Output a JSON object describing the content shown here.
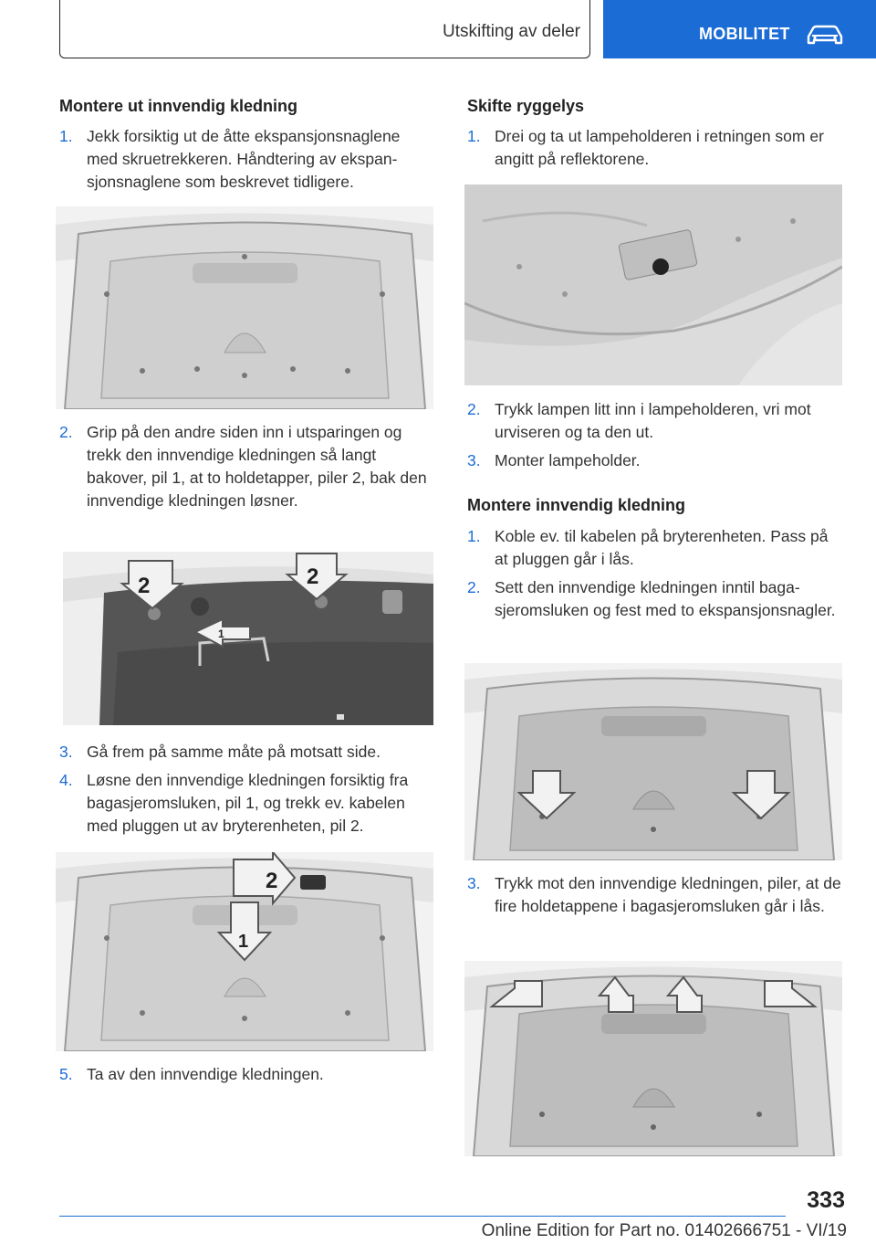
{
  "header": {
    "section": "Utskifting av deler",
    "category": "MOBILITET",
    "icon": "car-icon",
    "accent": "#1c6cd6"
  },
  "left": {
    "heading": "Montere ut innvendig kledning",
    "steps": [
      {
        "num": "1.",
        "text": "Jekk forsiktig ut de åtte ekspansjonsnaglene med skruetrekkeren. Håndtering av ekspan­sjonsnaglene som beskrevet tidligere."
      },
      {
        "num": "2.",
        "text": "Grip på den andre siden inn i utsparingen og trekk den innvendige kledningen så langt bakover, pil 1, at to holdetapper, piler 2, bak den innvendige kledningen løsner."
      },
      {
        "num": "3.",
        "text": "Gå frem på samme måte på motsatt side."
      },
      {
        "num": "4.",
        "text": "Løsne den innvendige kledningen forsiktig fra bagasjeromsluken, pil 1, og trekk ev. kabelen med pluggen ut av bryterenheten, pil 2."
      },
      {
        "num": "5.",
        "text": "Ta av den innvendige kledningen."
      }
    ],
    "fig2_labels": [
      "2",
      "2",
      "1"
    ],
    "fig3_labels": [
      "2",
      "1"
    ]
  },
  "right": {
    "heading1": "Skifte ryggelys",
    "steps1": [
      {
        "num": "1.",
        "text": "Drei og ta ut lampeholderen i retningen som er angitt på reflektorene."
      },
      {
        "num": "2.",
        "text": "Trykk lampen litt inn i lampeholderen, vri mot urviseren og ta den ut."
      },
      {
        "num": "3.",
        "text": "Monter lampeholder."
      }
    ],
    "heading2": "Montere innvendig kledning",
    "steps2": [
      {
        "num": "1.",
        "text": "Koble ev. til kabelen på bryterenheten. Pass på at pluggen går i lås."
      },
      {
        "num": "2.",
        "text": "Sett den innvendige kledningen inntil baga­sjeromsluken og fest med to ekspansjons­nagler."
      },
      {
        "num": "3.",
        "text": "Trykk mot den innvendige kledningen, piler, at de fire holdetappene i bagasjeromsluken går i lås."
      }
    ]
  },
  "footer": {
    "page": "333",
    "edition": "Online Edition for Part no. 01402666751 - VI/19"
  }
}
